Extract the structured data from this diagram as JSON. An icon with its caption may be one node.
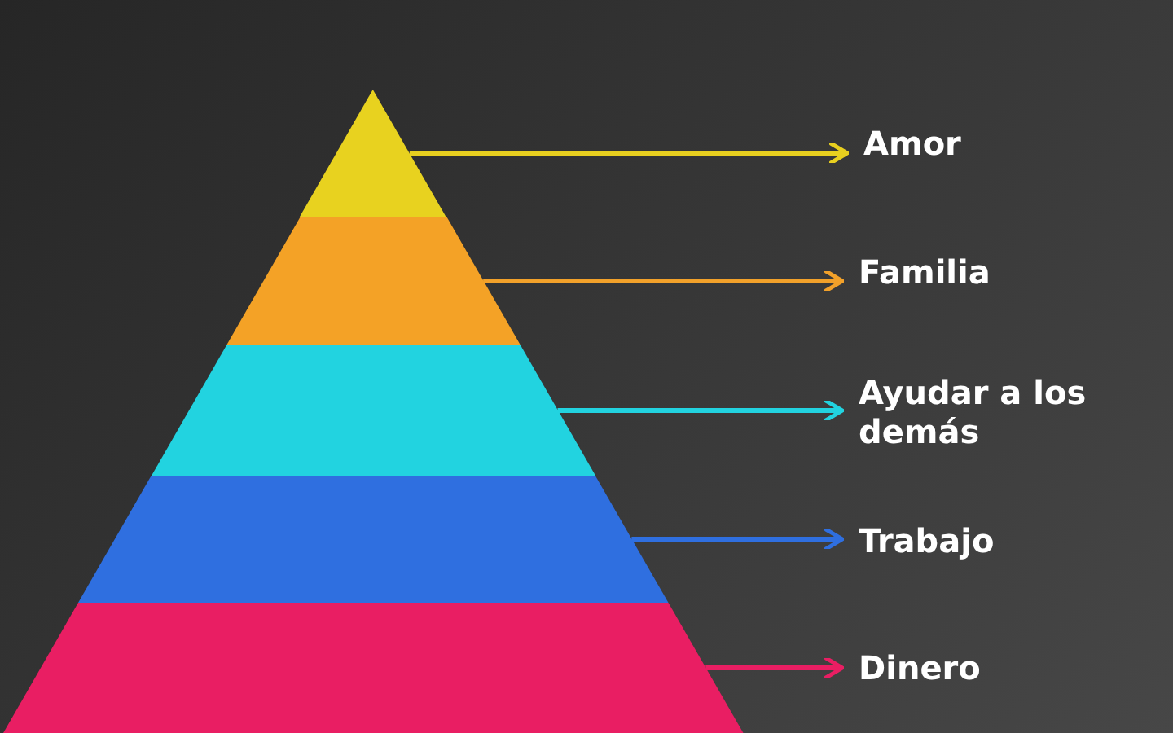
{
  "diagram": {
    "nodes": [
      {
        "text": [],
        "shape": "triangle"
      },
      {
        "text": [],
        "shape": "trapezoid"
      },
      {
        "text": [],
        "shape": "trapezoid"
      },
      {
        "text": [],
        "shape": "trapezoid"
      },
      {
        "text": [],
        "shape": "trapezoid"
      },
      {
        "text": [
          "Amor"
        ]
      },
      {
        "text": [
          "Familia"
        ]
      },
      {
        "text": [
          "Ayudar a los demás"
        ]
      },
      {
        "text": [
          "Trabajo"
        ]
      },
      {
        "text": [
          "Dinero"
        ]
      }
    ],
    "edges": [
      {
        "from": 0,
        "to": 5,
        "arrow": "to",
        "color": "#e8cf1f"
      },
      {
        "from": 1,
        "to": 6,
        "arrow": "to",
        "color": "#f2a12a"
      },
      {
        "from": 2,
        "to": 7,
        "arrow": "to",
        "color": "#22d3e0"
      },
      {
        "from": 3,
        "to": 8,
        "arrow": "to",
        "color": "#2f6fe0"
      },
      {
        "from": 4,
        "to": 9,
        "arrow": "to",
        "color": "#e91e63"
      }
    ]
  }
}
